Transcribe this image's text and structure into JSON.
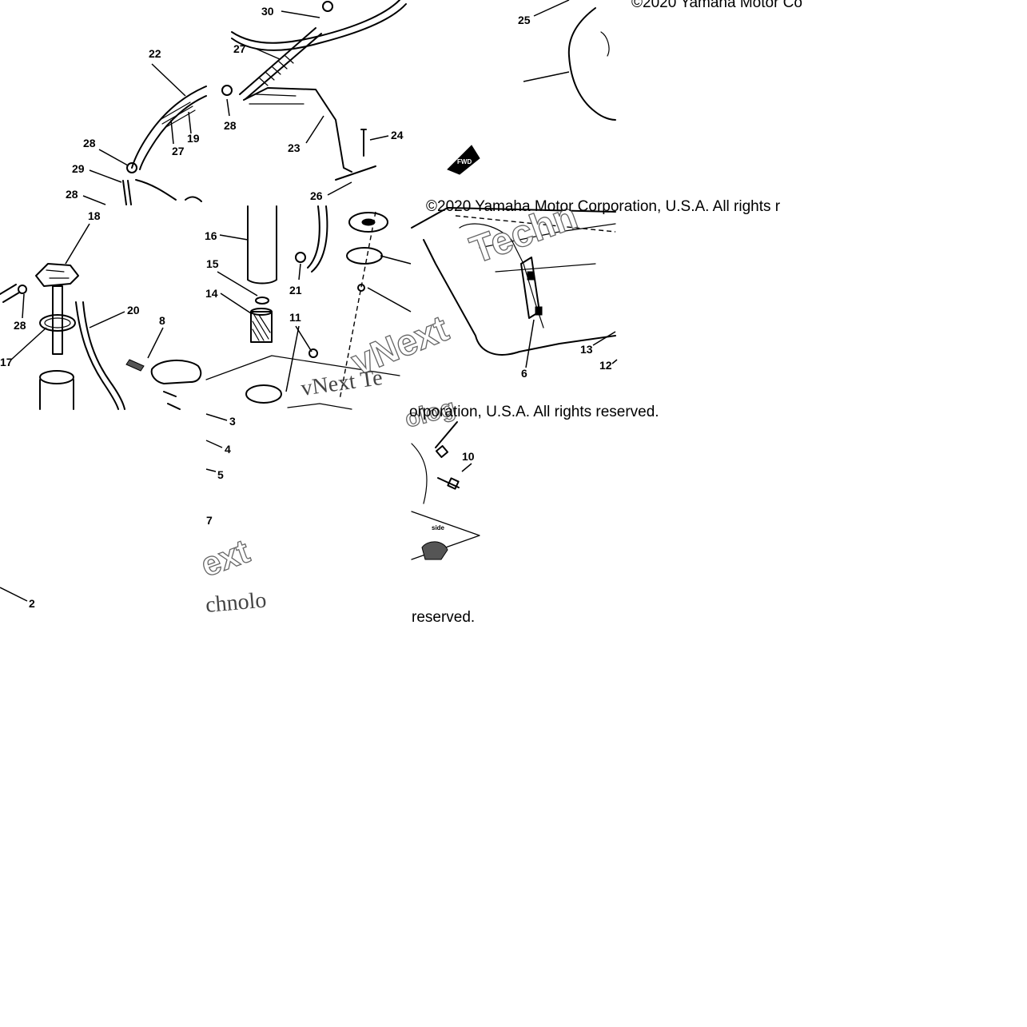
{
  "figure": {
    "callouts": [
      "30",
      "25",
      "27",
      "22",
      "28",
      "19",
      "27",
      "24",
      "23",
      "28",
      "29",
      "28",
      "26",
      "18",
      "16",
      "15",
      "21",
      "14",
      "20",
      "8",
      "11",
      "28",
      "17",
      "6",
      "13",
      "12",
      "3",
      "4",
      "5",
      "10",
      "7",
      "2"
    ],
    "copyright_lines": [
      "©2020 Yamaha Motor Co",
      "©2020 Yamaha Motor Corporation, U.S.A. All rights r",
      "orporation, U.S.A. All rights reserved.",
      "reserved."
    ],
    "watermarks": [
      "vNext",
      "Techn",
      "vNext Te",
      "ext",
      "chnolo",
      "olog"
    ],
    "fwd_label": "FWD",
    "side_label": "side"
  }
}
